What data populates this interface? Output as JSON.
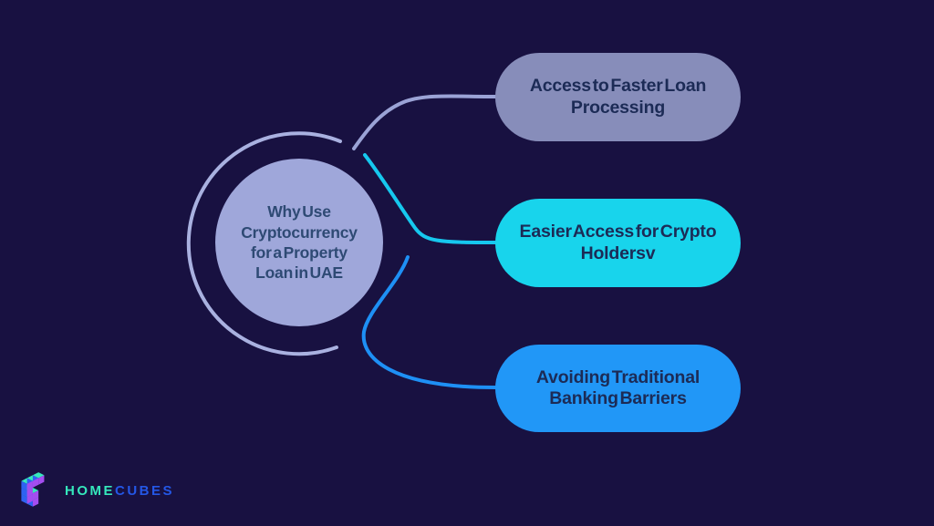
{
  "page": {
    "background": "#181141"
  },
  "center": {
    "title": "Why Use Cryptocurrency for a Property Loan in UAE",
    "lines": [
      "Why Use",
      "Cryptocurrency",
      "for a Property",
      "Loan in UAE"
    ],
    "fill": "#9FA7DA",
    "ring_color": "#A9B1E0",
    "text_color": "#2E4A74"
  },
  "branches": [
    {
      "label": "Access to Faster Loan Processing",
      "lines": [
        "Access to Faster Loan",
        "Processing"
      ],
      "fill": "#878DBA",
      "connector_color": "#9BA3D6",
      "text_color": "#1C2B56"
    },
    {
      "label": "Easier Access for Crypto Holdersv",
      "lines": [
        "Easier Access for Crypto",
        "Holdersv"
      ],
      "fill": "#18D4EC",
      "connector_color": "#16C8EE",
      "text_color": "#1C2B56"
    },
    {
      "label": "Avoiding Traditional Banking Barriers",
      "lines": [
        "Avoiding Traditional",
        "Banking Barriers"
      ],
      "fill": "#2197F7",
      "connector_color": "#1E90F5",
      "text_color": "#1C2B56"
    }
  ],
  "logo": {
    "brand_primary": "HOME",
    "brand_secondary": "CUBES",
    "primary_color": "#35E8BC",
    "secondary_color": "#2457E6",
    "cube_top_color": "#35E8BC",
    "cube_left_color": "#2E63F2",
    "cube_right_color": "#A44DF0"
  }
}
